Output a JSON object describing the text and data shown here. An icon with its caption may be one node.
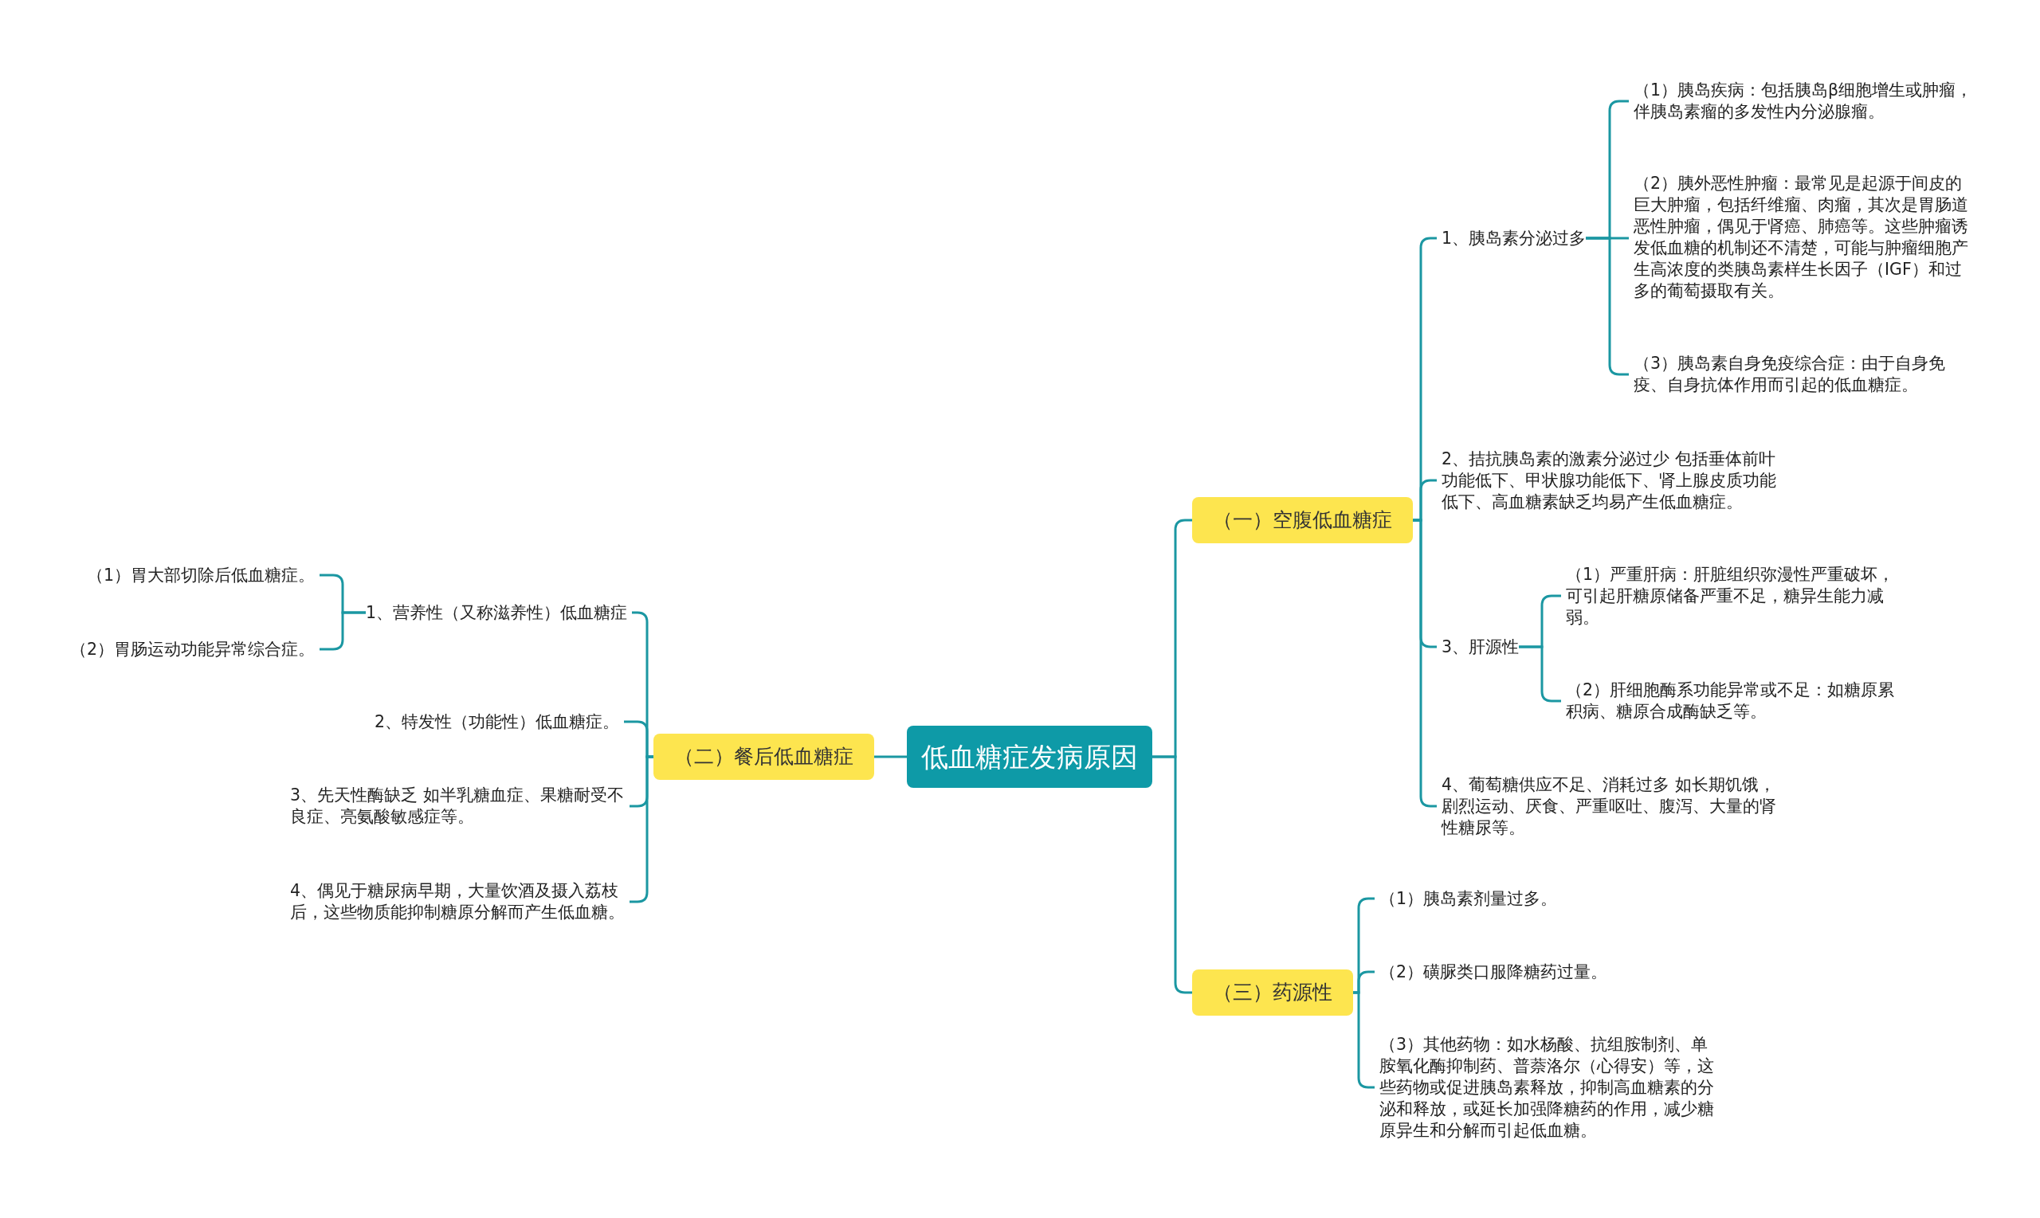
{
  "diagram": {
    "nodes": [
      {
        "text": [
          "低血糖症发病原因"
        ]
      },
      {
        "text": [
          "（一）空腹低血糖症"
        ]
      },
      {
        "text": [
          "1、胰岛素分泌过多"
        ]
      },
      {
        "text": [
          "（1）胰岛疾病：包括胰岛β细胞增生或肿瘤，伴胰岛素瘤的多发性内分泌腺瘤。"
        ]
      },
      {
        "text": [
          "（2）胰外恶性肿瘤：最常见是起源于间皮的巨大肿瘤，包括纤维瘤、肉瘤，其次是胃肠道恶性肿瘤，偶见于肾癌、肺癌等。这些肿瘤诱发低血糖的机制还不清楚，可能与肿瘤细胞产生高浓度的类胰岛素样生长因子（IGF）和过多的葡萄摄取有关。"
        ]
      },
      {
        "text": [
          "（3）胰岛素自身免疫综合症：由于自身免疫、自身抗体作用而引起的低血糖症。"
        ]
      },
      {
        "text": [
          "2、拮抗胰岛素的激素分泌过少 包括垂体前叶功能低下、甲状腺功能低下、肾上腺皮质功能低下、高血糖素缺乏均易产生低血糖症。"
        ]
      },
      {
        "text": [
          "3、肝源性"
        ]
      },
      {
        "text": [
          "（1）严重肝病：肝脏组织弥漫性严重破坏，可引起肝糖原储备严重不足，糖异生能力减弱。"
        ]
      },
      {
        "text": [
          "（2）肝细胞酶系功能异常或不足：如糖原累积病、糖原合成酶缺乏等。"
        ]
      },
      {
        "text": [
          "4、葡萄糖供应不足、消耗过多 如长期饥饿，剧烈运动、厌食、严重呕吐、腹泻、大量的肾性糖尿等。"
        ]
      },
      {
        "text": [
          "（二）餐后低血糖症"
        ]
      },
      {
        "text": [
          "1、营养性（又称滋养性）低血糖症"
        ]
      },
      {
        "text": [
          "（1）胃大部切除后低血糖症。"
        ]
      },
      {
        "text": [
          "（2）胃肠运动功能异常综合症。"
        ]
      },
      {
        "text": [
          "2、特发性（功能性）低血糖症。"
        ]
      },
      {
        "text": [
          "3、先天性酶缺乏 如半乳糖血症、果糖耐受不良症、亮氨酸敏感症等。"
        ]
      },
      {
        "text": [
          "4、偶见于糖尿病早期，大量饮酒及摄入荔枝后，这些物质能抑制糖原分解而产生低血糖。"
        ]
      },
      {
        "text": [
          "（三）药源性"
        ]
      },
      {
        "text": [
          "（1）胰岛素剂量过多。"
        ]
      },
      {
        "text": [
          "（2）磺脲类口服降糖药过量。"
        ]
      },
      {
        "text": [
          "（3）其他药物：如水杨酸、抗组胺制剂、单胺氧化酶抑制药、普萘洛尔（心得安）等，这些药物或促进胰岛素释放，抑制高血糖素的分泌和释放，或延长加强降糖药的作用，减少糖原异生和分解而引起低血糖。"
        ]
      }
    ],
    "edges": [
      {
        "from": 0,
        "to": 1,
        "arrow": "none"
      },
      {
        "from": 0,
        "to": 11,
        "arrow": "none"
      },
      {
        "from": 0,
        "to": 18,
        "arrow": "none"
      },
      {
        "from": 1,
        "to": 2,
        "arrow": "none"
      },
      {
        "from": 1,
        "to": 6,
        "arrow": "none"
      },
      {
        "from": 1,
        "to": 7,
        "arrow": "none"
      },
      {
        "from": 1,
        "to": 10,
        "arrow": "none"
      },
      {
        "from": 2,
        "to": 3,
        "arrow": "none"
      },
      {
        "from": 2,
        "to": 4,
        "arrow": "none"
      },
      {
        "from": 2,
        "to": 5,
        "arrow": "none"
      },
      {
        "from": 7,
        "to": 8,
        "arrow": "none"
      },
      {
        "from": 7,
        "to": 9,
        "arrow": "none"
      },
      {
        "from": 11,
        "to": 12,
        "arrow": "none"
      },
      {
        "from": 11,
        "to": 15,
        "arrow": "none"
      },
      {
        "from": 11,
        "to": 16,
        "arrow": "none"
      },
      {
        "from": 11,
        "to": 17,
        "arrow": "none"
      },
      {
        "from": 12,
        "to": 13,
        "arrow": "none"
      },
      {
        "from": 12,
        "to": 14,
        "arrow": "none"
      },
      {
        "from": 18,
        "to": 19,
        "arrow": "none"
      },
      {
        "from": 18,
        "to": 20,
        "arrow": "none"
      },
      {
        "from": 18,
        "to": 21,
        "arrow": "none"
      }
    ]
  }
}
